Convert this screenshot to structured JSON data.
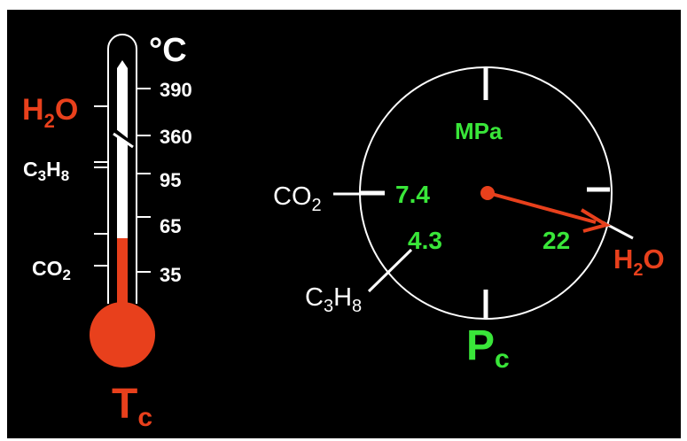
{
  "thermometer": {
    "unit": "°C",
    "ticks": [
      "390",
      "360",
      "95",
      "65",
      "35"
    ],
    "substances": [
      {
        "id": "h2o",
        "main": "H",
        "sub": "2",
        "tail": "O"
      },
      {
        "id": "c3h8",
        "main": "C",
        "sub": "3",
        "tail": "H",
        "sub2": "8"
      },
      {
        "id": "co2",
        "main": "CO",
        "sub": "2",
        "tail": ""
      }
    ],
    "label_main": "T",
    "label_sub": "c"
  },
  "gauge": {
    "unit": "MPa",
    "readings": [
      "7.4",
      "4.3",
      "22"
    ],
    "substances": [
      {
        "id": "co2",
        "main": "CO",
        "sub": "2"
      },
      {
        "id": "c3h8",
        "main": "C",
        "sub": "3",
        "tail": "H",
        "sub2": "8"
      },
      {
        "id": "h2o",
        "main": "H",
        "sub": "2",
        "tail": "O"
      }
    ],
    "label_main": "P",
    "label_sub": "c"
  },
  "colors": {
    "background": "#000000",
    "foreground": "#ffffff",
    "accent_red": "#e8401c",
    "accent_green": "#39e639"
  }
}
